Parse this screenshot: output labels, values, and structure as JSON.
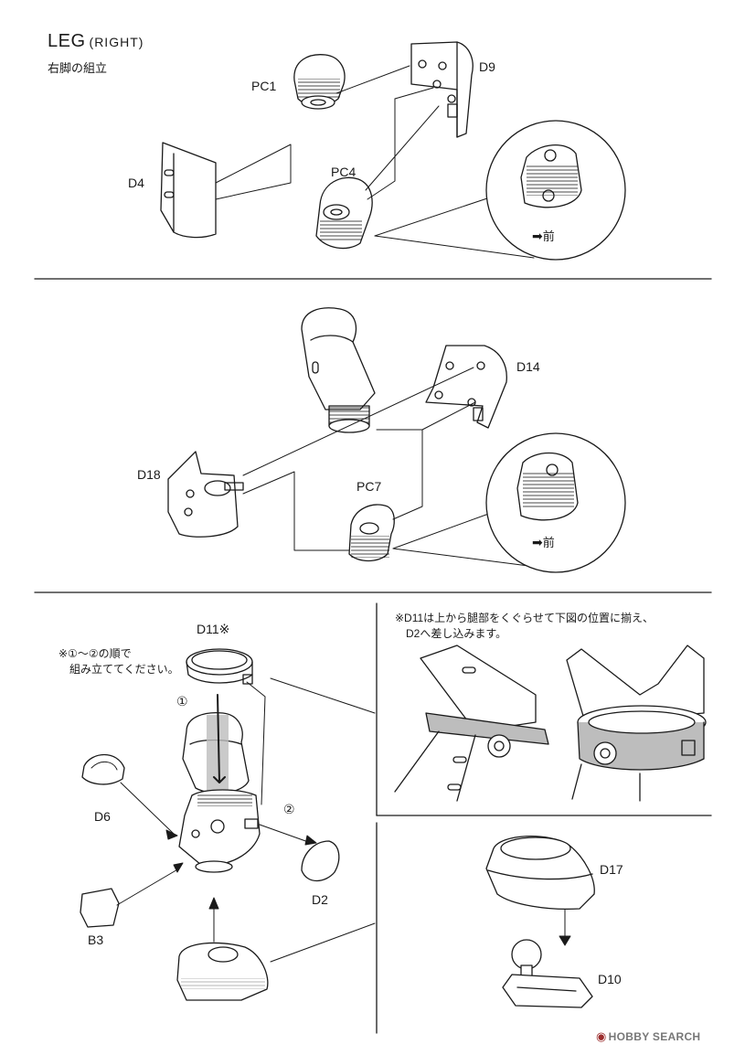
{
  "header": {
    "title": "LEG",
    "title_sub": "(RIGHT)",
    "subtitle": "右脚の組立"
  },
  "step1": {
    "parts": [
      "PC1",
      "D9",
      "D4",
      "PC4"
    ],
    "detail_direction": "前"
  },
  "step2": {
    "parts": [
      "D14",
      "D18",
      "PC7"
    ],
    "detail_direction": "前"
  },
  "step3": {
    "parts": [
      "D11※",
      "D6",
      "D2",
      "B3"
    ],
    "order_note": [
      "※①～②の順で",
      "組み立ててください。"
    ],
    "markers": [
      "①",
      "②"
    ]
  },
  "step3_detail": {
    "note": [
      "※D11は上から腿部をくぐらせて下図の位置に揃え、",
      "D2へ差し込みます。"
    ]
  },
  "step4": {
    "parts": [
      "D17",
      "D10"
    ]
  },
  "watermark": {
    "logo": "HOBBY",
    "text": "SEARCH"
  },
  "icons": {
    "front_arrow": "arrow-right-icon",
    "watermark_logo": "hobby-search-logo-icon"
  },
  "colors": {
    "line": "#1a1a1a",
    "shading": "#bdbdbd",
    "paper": "#ffffff"
  }
}
